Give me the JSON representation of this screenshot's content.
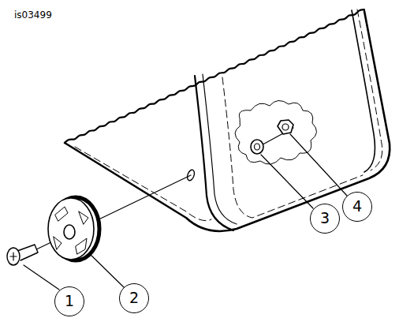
{
  "diagram": {
    "labels": [
      "is03499",
      "1",
      "2",
      "3",
      "4"
    ]
  }
}
